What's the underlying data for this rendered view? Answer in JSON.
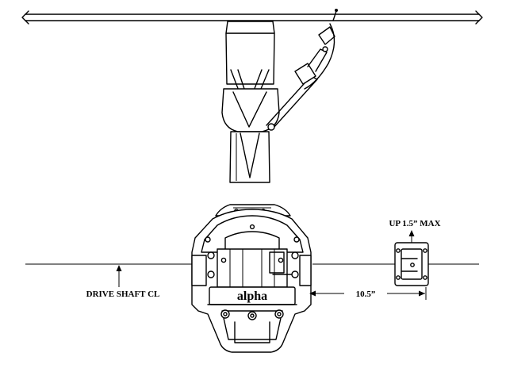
{
  "labels": {
    "drive_shaft": "DRIVE SHAFT CL",
    "up_max": "UP 1.5” MAX",
    "distance": "10.5”",
    "brand": "alpha"
  },
  "colors": {
    "ink": "#000000",
    "paper": "#ffffff"
  }
}
